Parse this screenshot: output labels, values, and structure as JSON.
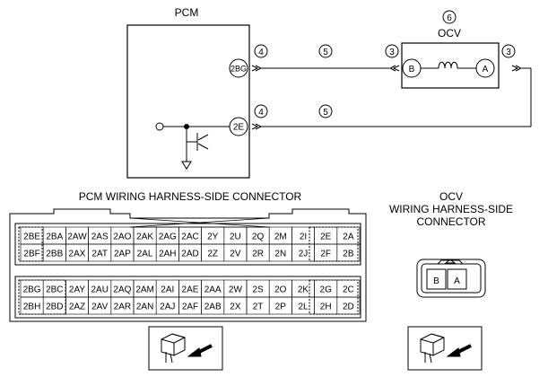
{
  "pcm": {
    "title": "PCM",
    "terminal_top": "2BG",
    "terminal_bottom": "2E"
  },
  "ocv": {
    "number": "6",
    "title": "OCV",
    "terminal_b": "B",
    "terminal_a": "A"
  },
  "callouts": {
    "c4": "4",
    "c5": "5",
    "c3": "3"
  },
  "pcm_connector": {
    "title": "PCM WIRING HARNESS-SIDE CONNECTOR",
    "upper_block": [
      [
        "2BE",
        "2BA",
        "2AW",
        "2AS",
        "2AO",
        "2AK",
        "2AG",
        "2AC",
        "2Y",
        "2U",
        "2Q",
        "2M",
        "2I",
        "2E",
        "2A"
      ],
      [
        "2BF",
        "2BB",
        "2AX",
        "2AT",
        "2AP",
        "2AL",
        "2AH",
        "2AD",
        "2Z",
        "2V",
        "2R",
        "2N",
        "2J",
        "2F",
        "2B"
      ]
    ],
    "lower_block": [
      [
        "2BG",
        "2BC",
        "2AY",
        "2AU",
        "2AQ",
        "2AM",
        "2AI",
        "2AE",
        "2AA",
        "2W",
        "2S",
        "2O",
        "2K",
        "2G",
        "2C"
      ],
      [
        "2BH",
        "2BD",
        "2AZ",
        "2AV",
        "2AR",
        "2AN",
        "2AJ",
        "2AF",
        "2AB",
        "2X",
        "2T",
        "2P",
        "2L",
        "2H",
        "2D"
      ]
    ]
  },
  "ocv_connector": {
    "title_lines": [
      "OCV",
      "WIRING HARNESS-SIDE",
      "CONNECTOR"
    ],
    "pins": [
      "B",
      "A"
    ]
  }
}
